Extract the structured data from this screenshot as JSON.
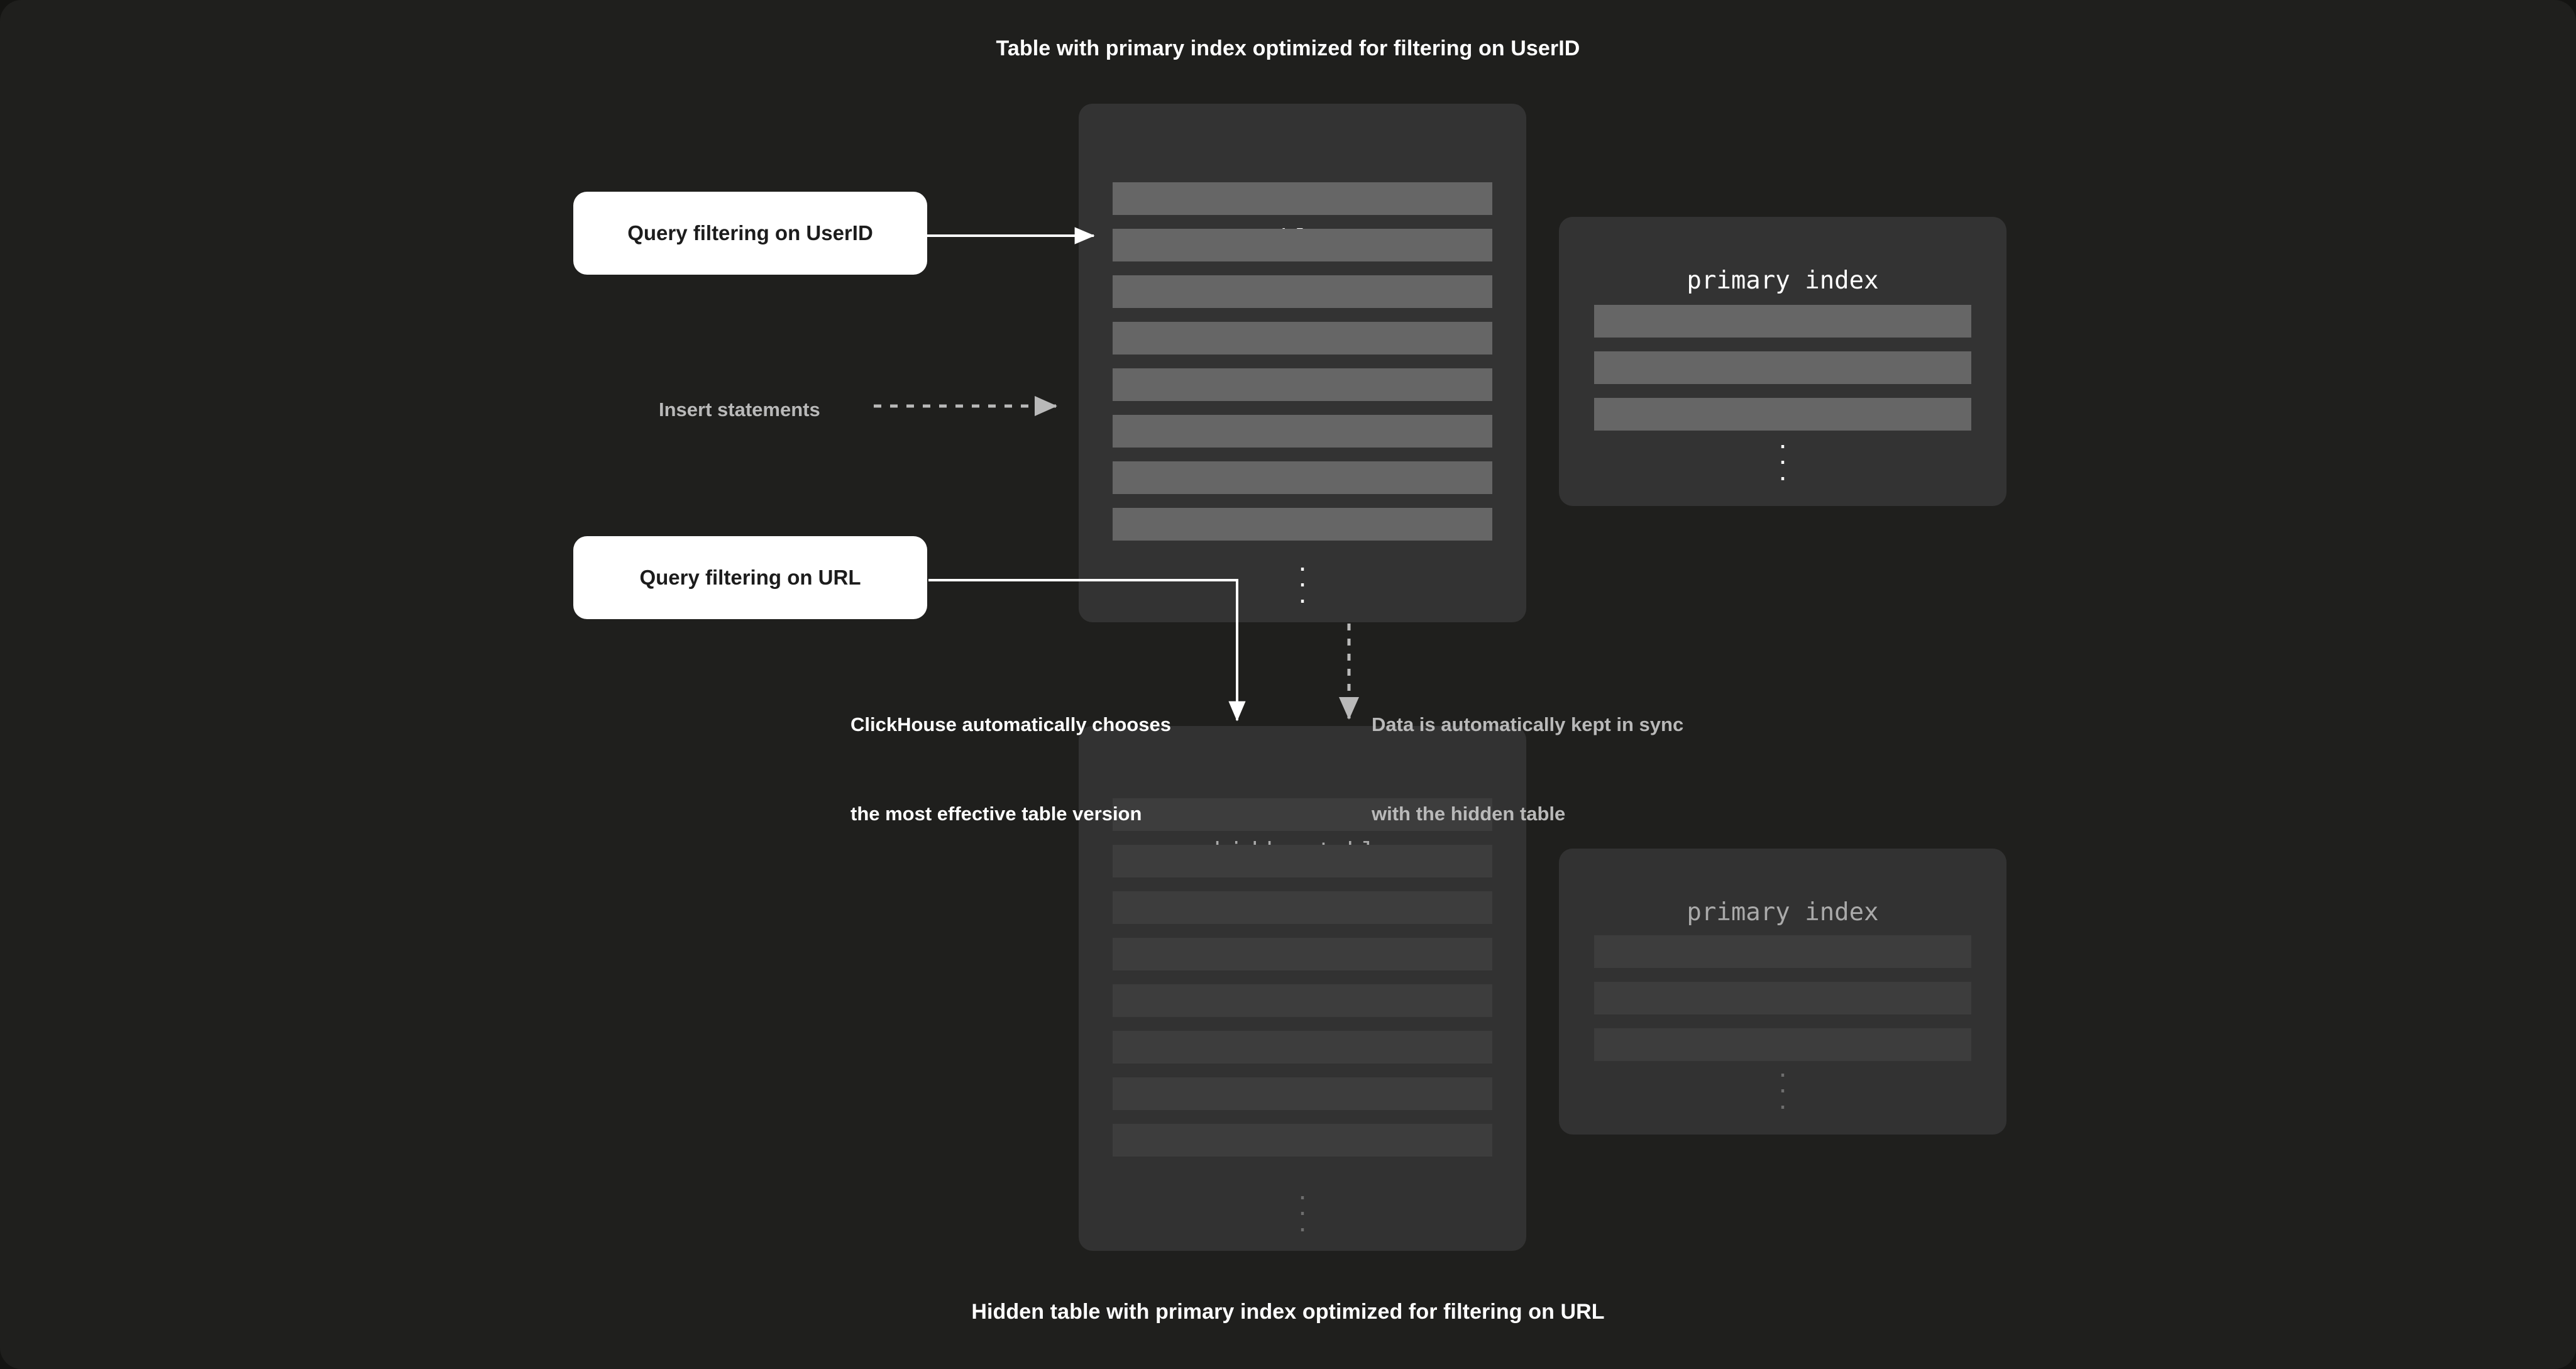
{
  "captions": {
    "top": "Table with primary index optimized for filtering on UserID",
    "bottom": "Hidden table with primary index optimized for filtering on URL"
  },
  "bubbles": {
    "userid": "Query filtering on UserID",
    "url": "Query filtering on URL"
  },
  "labels": {
    "insert": "Insert statements",
    "choose_line1": "ClickHouse automatically chooses",
    "choose_line2": "the most effective table version",
    "sync_line1": "Data is automatically kept in sync",
    "sync_line2": "with the hidden table"
  },
  "cards": {
    "table1": {
      "title": "table 1",
      "row_count": 8,
      "ellipsis": "⋮"
    },
    "primary_index_top": {
      "title": "primary index",
      "row_count": 3,
      "ellipsis": "⋮"
    },
    "hidden_table": {
      "title": "hidden table",
      "row_count": 8,
      "ellipsis": "⋮"
    },
    "primary_index_bottom": {
      "title": "primary index",
      "row_count": 3,
      "ellipsis": "⋮"
    }
  },
  "colors": {
    "background": "#1f1f1d",
    "card": "#333333",
    "row_active": "#666666",
    "row_dim": "#3d3d3d",
    "text_primary": "#ffffff",
    "text_muted": "#b9b9b9",
    "bubble_bg": "#ffffff",
    "bubble_text": "#1c1c1c"
  }
}
